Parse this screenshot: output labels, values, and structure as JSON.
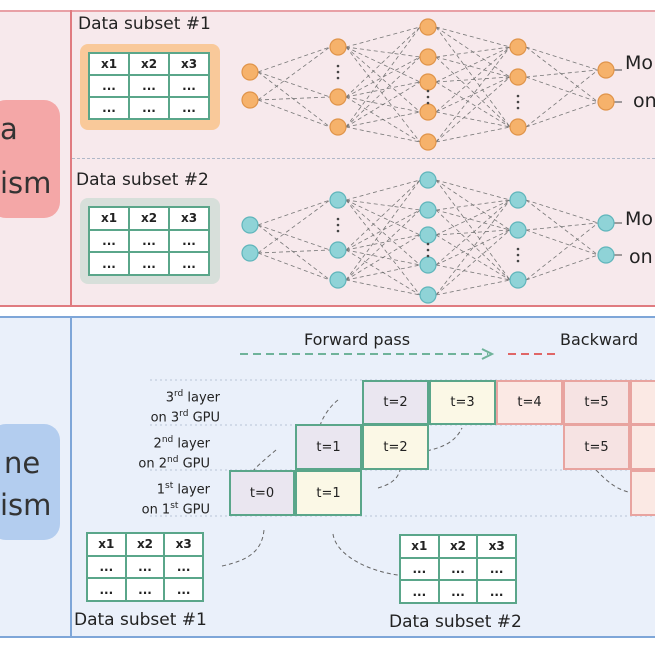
{
  "top": {
    "subset1": "Data subset #1",
    "subset2": "Data subset #2",
    "side_label_line1": "a",
    "side_label_line2": "ism",
    "model_line1": "Mo",
    "model_line2": "on"
  },
  "bottom": {
    "side_label_line1": "ne",
    "side_label_line2": "ism",
    "forward": "Forward pass",
    "backward": "Backward",
    "subset1": "Data subset #1",
    "subset2": "Data subset #2",
    "layers": [
      {
        "a": "3",
        "b": "rd",
        "c": " layer",
        "d": "on 3",
        "e": "rd",
        "f": " GPU"
      },
      {
        "a": "2",
        "b": "nd",
        "c": " layer",
        "d": "on 2",
        "e": "nd",
        "f": " GPU"
      },
      {
        "a": "1",
        "b": "st",
        "c": " layer",
        "d": "on 1",
        "e": "st",
        "f": " GPU"
      }
    ],
    "cells": [
      "t=0",
      "t=1",
      "t=1",
      "t=2",
      "t=2",
      "t=3",
      "t=4",
      "t=5",
      "t=5"
    ]
  },
  "table": {
    "headers": [
      "x1",
      "x2",
      "x3"
    ],
    "dots": "..."
  },
  "colors": {
    "top_bg": "#f7e9ec",
    "top_border": "#e07b80",
    "bottom_bg": "#eaf0fa",
    "bottom_border": "#7ea6d8",
    "orange": "#f6b26b",
    "teal": "#8fd3d7",
    "green": "#5aa68a",
    "red": "#e06666"
  }
}
